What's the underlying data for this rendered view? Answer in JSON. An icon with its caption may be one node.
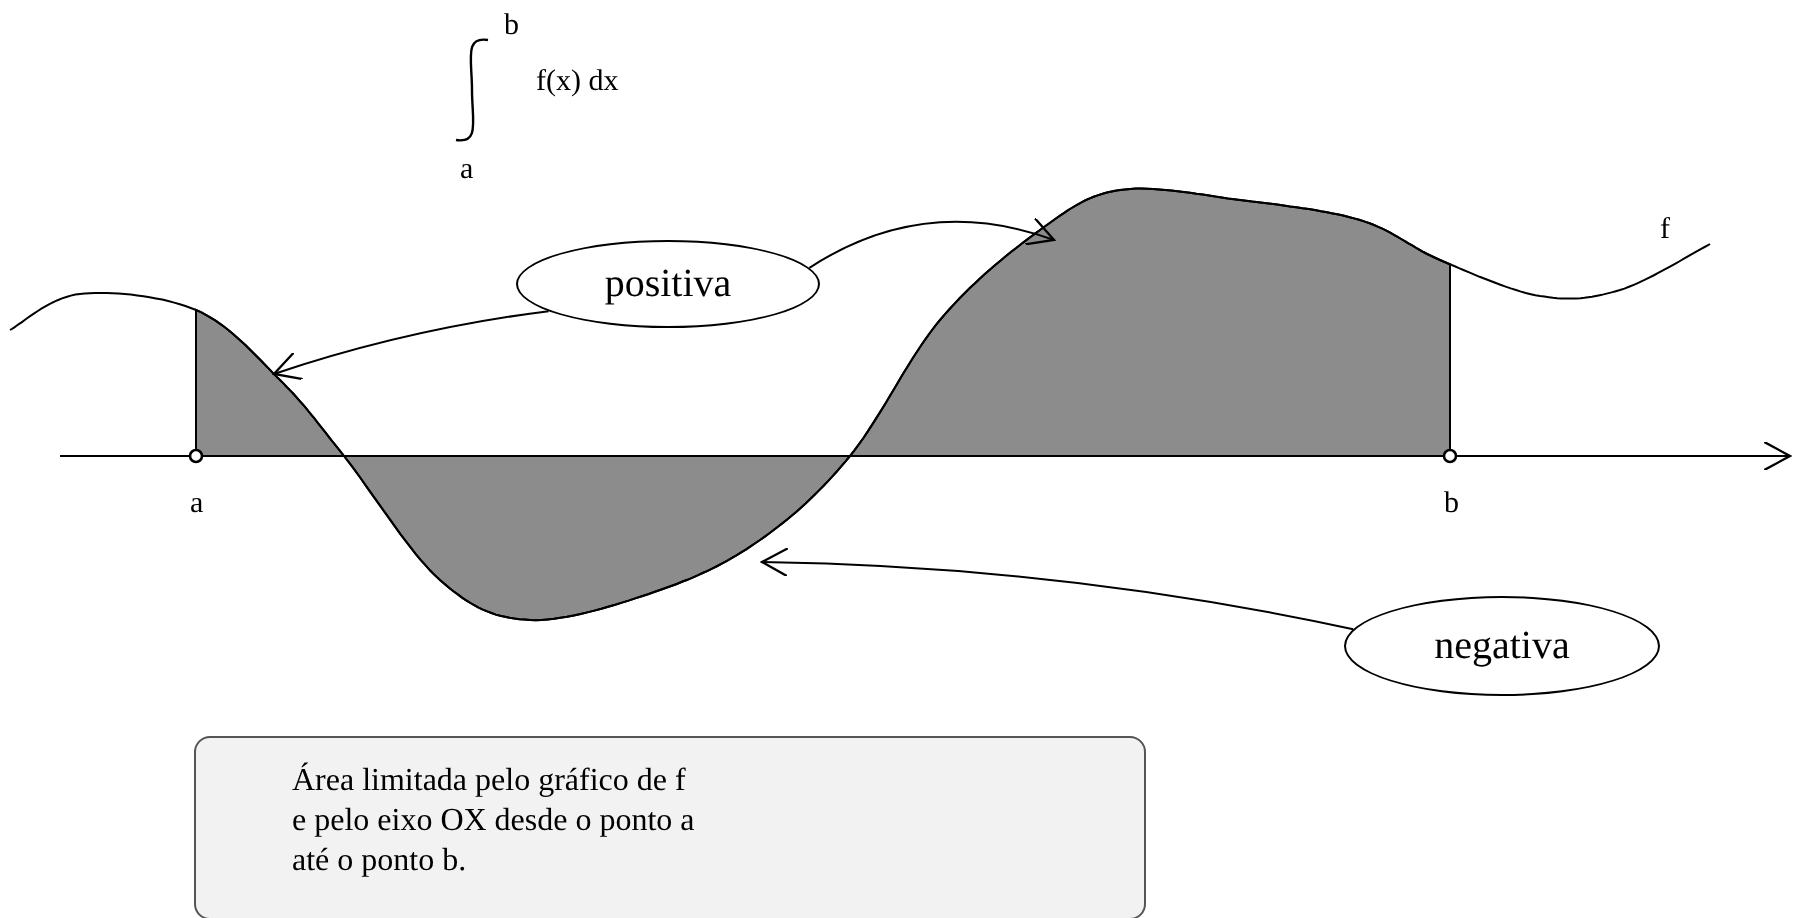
{
  "diagram": {
    "nodes": [
      {
        "text": [
          "positiva"
        ]
      },
      {
        "text": [
          "negativa"
        ]
      },
      {
        "text": [
          "Área limitada pelo gráfico de f e pelo eixo OX desde o ponto a até o ponto b."
        ]
      },
      {
        "text": [],
        "shape": "area"
      },
      {
        "text": [],
        "shape": "area"
      },
      {
        "text": [],
        "shape": "area"
      }
    ],
    "edges": [
      {
        "from": 0,
        "to": 3,
        "arrow": "to"
      },
      {
        "from": 0,
        "to": 4,
        "arrow": "to"
      },
      {
        "from": 1,
        "to": 5,
        "arrow": "to"
      }
    ],
    "labels": [
      "b",
      "f(x) dx",
      "a",
      "f",
      "a",
      "b"
    ]
  }
}
